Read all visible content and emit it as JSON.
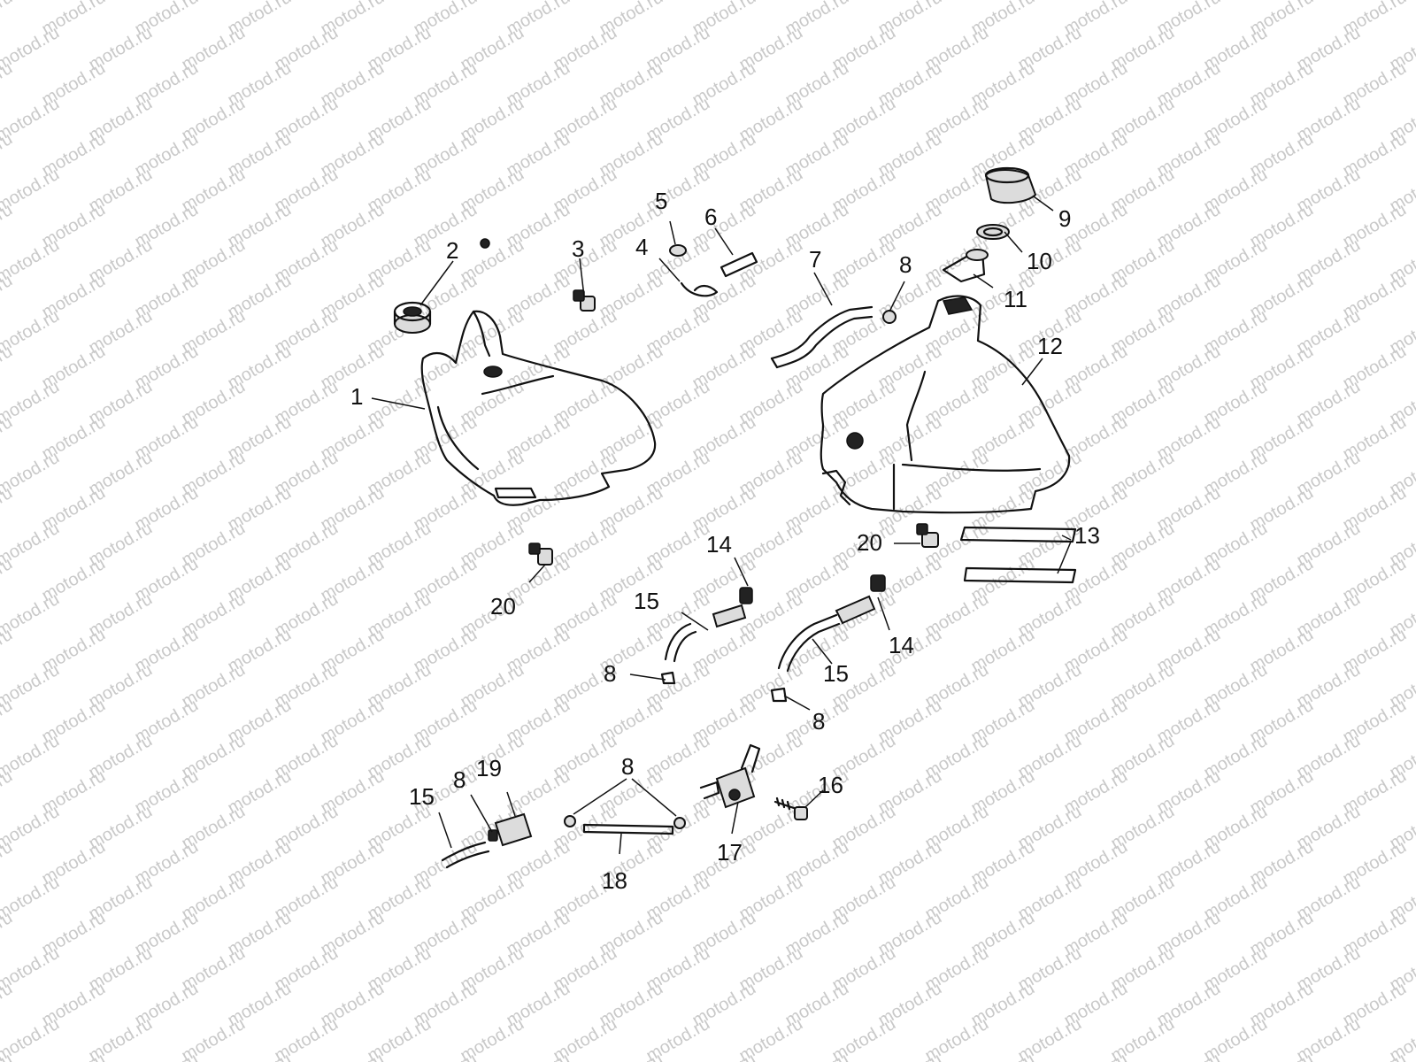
{
  "watermark": {
    "text": "motod.ru",
    "color": "#c9c9c9"
  },
  "callouts": [
    {
      "id": "c1",
      "label": "1"
    },
    {
      "id": "c2",
      "label": "2"
    },
    {
      "id": "c3",
      "label": "3"
    },
    {
      "id": "c4",
      "label": "4"
    },
    {
      "id": "c5",
      "label": "5"
    },
    {
      "id": "c6",
      "label": "6"
    },
    {
      "id": "c7",
      "label": "7"
    },
    {
      "id": "c8a",
      "label": "8"
    },
    {
      "id": "c9",
      "label": "9"
    },
    {
      "id": "c10",
      "label": "10"
    },
    {
      "id": "c11",
      "label": "11"
    },
    {
      "id": "c12",
      "label": "12"
    },
    {
      "id": "c13",
      "label": "13"
    },
    {
      "id": "c14a",
      "label": "14"
    },
    {
      "id": "c15a",
      "label": "15"
    },
    {
      "id": "c20a",
      "label": "20"
    },
    {
      "id": "c20b",
      "label": "20"
    },
    {
      "id": "c14b",
      "label": "14"
    },
    {
      "id": "c15b",
      "label": "15"
    },
    {
      "id": "c8b",
      "label": "8"
    },
    {
      "id": "c8c",
      "label": "8"
    },
    {
      "id": "c15c",
      "label": "15"
    },
    {
      "id": "c8d",
      "label": "8"
    },
    {
      "id": "c19",
      "label": "19"
    },
    {
      "id": "c8e",
      "label": "8"
    },
    {
      "id": "c18",
      "label": "18"
    },
    {
      "id": "c17",
      "label": "17"
    },
    {
      "id": "c16",
      "label": "16"
    }
  ]
}
